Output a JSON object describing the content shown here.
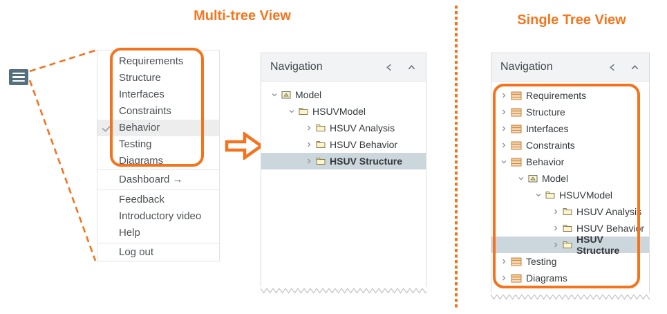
{
  "titles": {
    "left": "Multi-tree View",
    "right": "Single Tree View"
  },
  "colors": {
    "accent_orange": "#f4731c",
    "hamburger_background": "#54707e",
    "tree_selection": "#ccd6dd",
    "menu_selection": "#ededed",
    "panel_header_background": "#f2f3f4"
  },
  "hamburger_menu": {
    "items": [
      {
        "label": "Requirements",
        "checked": false
      },
      {
        "label": "Structure",
        "checked": false
      },
      {
        "label": "Interfaces",
        "checked": false
      },
      {
        "label": "Constraints",
        "checked": false
      },
      {
        "label": "Behavior",
        "checked": true
      },
      {
        "label": "Testing",
        "checked": false
      },
      {
        "label": "Diagrams",
        "checked": false
      }
    ],
    "dashboard_label": "Dashboard →",
    "secondary_items": [
      {
        "label": "Feedback"
      },
      {
        "label": "Introductory video"
      },
      {
        "label": "Help"
      }
    ],
    "logout_label": "Log out"
  },
  "multi_tree_panel": {
    "title": "Navigation",
    "rows": [
      {
        "label": "Model",
        "level": 0,
        "expanded": true,
        "icon": "package",
        "selected": false
      },
      {
        "label": "HSUVModel",
        "level": 1,
        "expanded": true,
        "icon": "folder",
        "selected": false
      },
      {
        "label": "HSUV Analysis",
        "level": 2,
        "expanded": false,
        "icon": "folder",
        "selected": false
      },
      {
        "label": "HSUV Behavior",
        "level": 2,
        "expanded": false,
        "icon": "folder",
        "selected": false
      },
      {
        "label": "HSUV Structure",
        "level": 2,
        "expanded": false,
        "icon": "folder",
        "selected": true
      }
    ]
  },
  "single_tree_panel": {
    "title": "Navigation",
    "rows": [
      {
        "label": "Requirements",
        "level": 0,
        "expanded": false,
        "icon": "stack",
        "selected": false
      },
      {
        "label": "Structure",
        "level": 0,
        "expanded": false,
        "icon": "stack",
        "selected": false
      },
      {
        "label": "Interfaces",
        "level": 0,
        "expanded": false,
        "icon": "stack",
        "selected": false
      },
      {
        "label": "Constraints",
        "level": 0,
        "expanded": false,
        "icon": "stack",
        "selected": false
      },
      {
        "label": "Behavior",
        "level": 0,
        "expanded": true,
        "icon": "stack",
        "selected": false
      },
      {
        "label": "Model",
        "level": 1,
        "expanded": true,
        "icon": "package",
        "selected": false
      },
      {
        "label": "HSUVModel",
        "level": 2,
        "expanded": true,
        "icon": "folder",
        "selected": false
      },
      {
        "label": "HSUV Analysis",
        "level": 3,
        "expanded": false,
        "icon": "folder",
        "selected": false
      },
      {
        "label": "HSUV Behavior",
        "level": 3,
        "expanded": false,
        "icon": "folder",
        "selected": false
      },
      {
        "label": "HSUV Structure",
        "level": 3,
        "expanded": false,
        "icon": "folder",
        "selected": true
      },
      {
        "label": "Testing",
        "level": 0,
        "expanded": false,
        "icon": "stack",
        "selected": false
      },
      {
        "label": "Diagrams",
        "level": 0,
        "expanded": false,
        "icon": "stack",
        "selected": false
      }
    ]
  }
}
